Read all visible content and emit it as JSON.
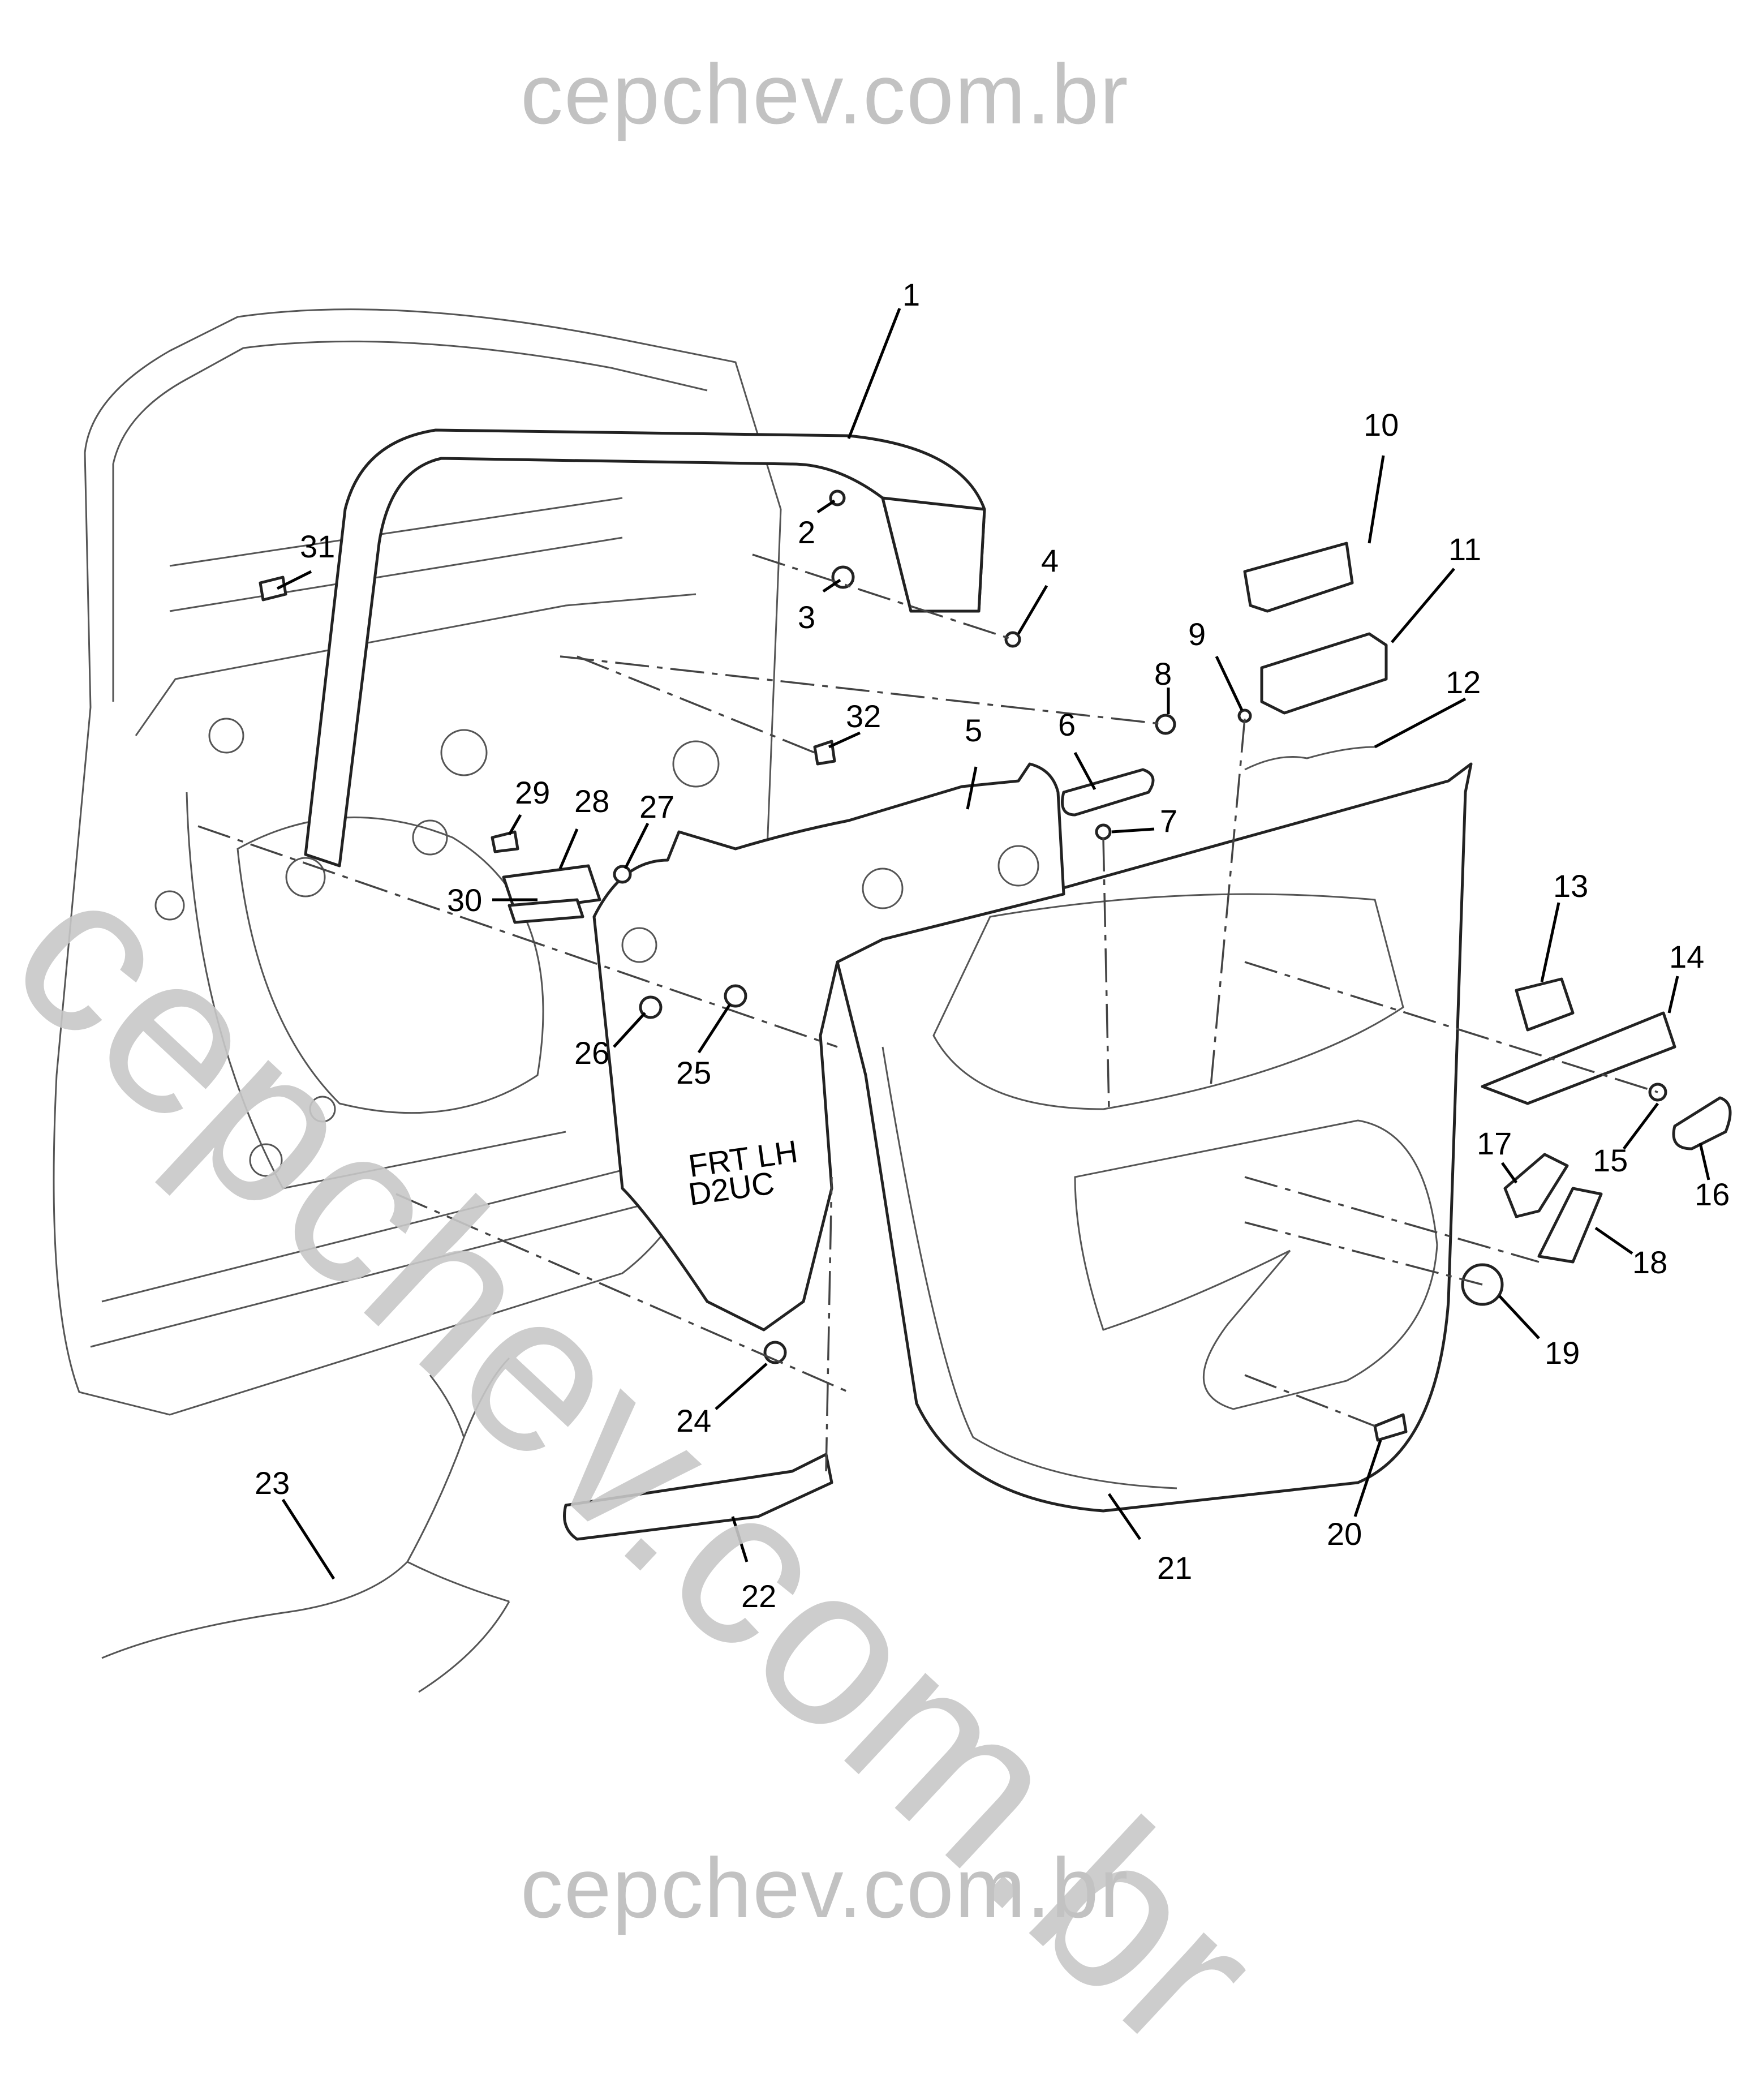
{
  "watermarks": {
    "top": "cepchev.com.br",
    "bottom": "cepchev.com.br",
    "diagonal": "cepchev.com.br"
  },
  "door_marking": {
    "line1": "FRT LH",
    "line2": "D2UC"
  },
  "callouts": [
    "1",
    "2",
    "3",
    "4",
    "5",
    "6",
    "7",
    "8",
    "9",
    "10",
    "11",
    "12",
    "13",
    "14",
    "15",
    "16",
    "17",
    "18",
    "19",
    "20",
    "21",
    "22",
    "23",
    "24",
    "25",
    "26",
    "27",
    "28",
    "29",
    "30",
    "31",
    "32"
  ]
}
